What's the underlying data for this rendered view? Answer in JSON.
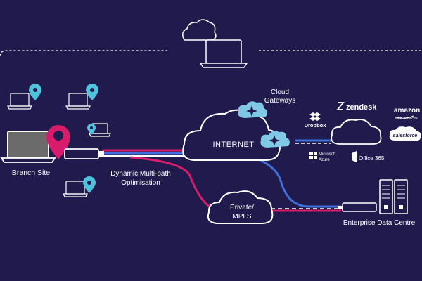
{
  "labels": {
    "branch_site": "Branch Site",
    "dynamic_line1": "Dynamic Multi-path",
    "dynamic_line2": "Optimisation",
    "cloud_gateways_line1": "Cloud",
    "cloud_gateways_line2": "Gateways",
    "internet": "INTERNET",
    "private_line1": "Private/",
    "private_line2": "MPLS",
    "enterprise_dc": "Enterprise Data Centre"
  },
  "saas": {
    "dropbox": "Dropbox",
    "zendesk": "zendesk",
    "amazon": "amazon",
    "amazon_sub": "web services",
    "salesforce": "salesforce",
    "azure_line1": "Microsoft",
    "azure_line2": "Azure",
    "office365": "Office 365"
  },
  "colors": {
    "background": "#201a4d",
    "pin_teal": "#4fc3dc",
    "pin_magenta": "#d81b6a",
    "line_blue": "#3f6fd8",
    "line_magenta": "#d81b6a",
    "gateway_blue": "#7fc9e6",
    "white": "#ffffff"
  },
  "icons": [
    "laptop-icon",
    "location-pin-icon",
    "cloud-icon",
    "router-icon",
    "gateway-star-icon",
    "server-rack-icon",
    "dropbox-icon",
    "zendesk-icon",
    "amazon-icon",
    "salesforce-icon",
    "azure-icon",
    "office365-icon"
  ]
}
